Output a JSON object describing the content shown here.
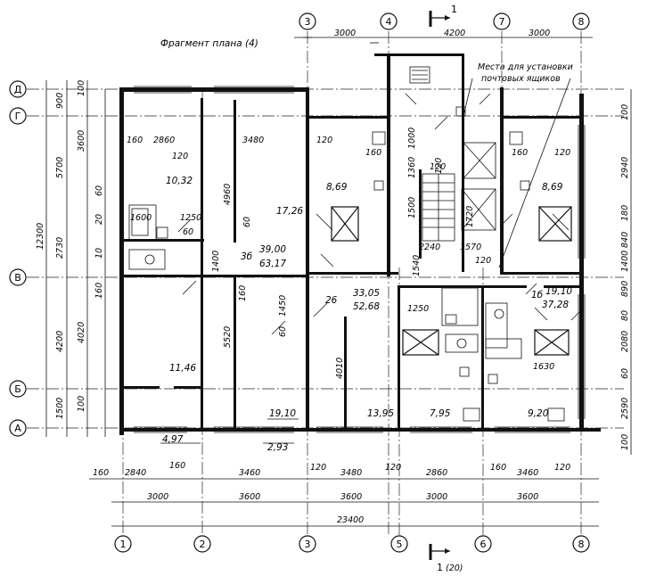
{
  "header": {
    "fragment_title": "Фрагмент плана (4)",
    "mailbox_note_line1": "Места для установки",
    "mailbox_note_line2": "почтовых ящиков",
    "section_mark_top": "1",
    "section_mark_bottom": "1",
    "section_mark_bottom_ref": "(20)"
  },
  "axes": {
    "vertical": [
      "1",
      "2",
      "3",
      "4",
      "5",
      "6",
      "7",
      "8"
    ],
    "horizontal": [
      "Д",
      "Г",
      "В",
      "Б",
      "А"
    ]
  },
  "dims_top": [
    "3000",
    "4200",
    "3000"
  ],
  "dims_bottom": {
    "row1": [
      "160",
      "2840",
      "160",
      "3460",
      "120",
      "3480",
      "120",
      "2860",
      "160",
      "3460",
      "120"
    ],
    "row2": [
      "3000",
      "3600",
      "3600",
      "3000",
      "3600"
    ],
    "total": "23400"
  },
  "dims_left": {
    "outer": [
      "12300"
    ],
    "mid": [
      "900",
      "3600",
      "5700",
      "2730",
      "4200",
      "1500"
    ],
    "inner": [
      "100",
      "60",
      "20",
      "10",
      "160",
      "4020",
      "100"
    ]
  },
  "dims_right": [
    "100",
    "2940",
    "180",
    "840",
    "1400",
    "890",
    "80",
    "2080",
    "60",
    "2590",
    "100"
  ],
  "interior_dims": [
    "160",
    "2860",
    "3480",
    "120",
    "120",
    "160",
    "160",
    "120",
    "120",
    "4960",
    "60",
    "1250",
    "1600",
    "60",
    "1400",
    "1450",
    "60",
    "160",
    "5520",
    "4010",
    "1000",
    "1360",
    "1500",
    "120",
    "1720",
    "2240",
    "1570",
    "120",
    "1540",
    "1250",
    "1630"
  ],
  "areas": [
    "10,32",
    "17,26",
    "39,00",
    "63,17",
    "3б",
    "8,69",
    "8,69",
    "26",
    "33,05",
    "52,68",
    "1б",
    "19,10",
    "37,28",
    "11,46",
    "19,10",
    "13,95",
    "7,95",
    "9,20",
    "4,97",
    "2,93"
  ]
}
